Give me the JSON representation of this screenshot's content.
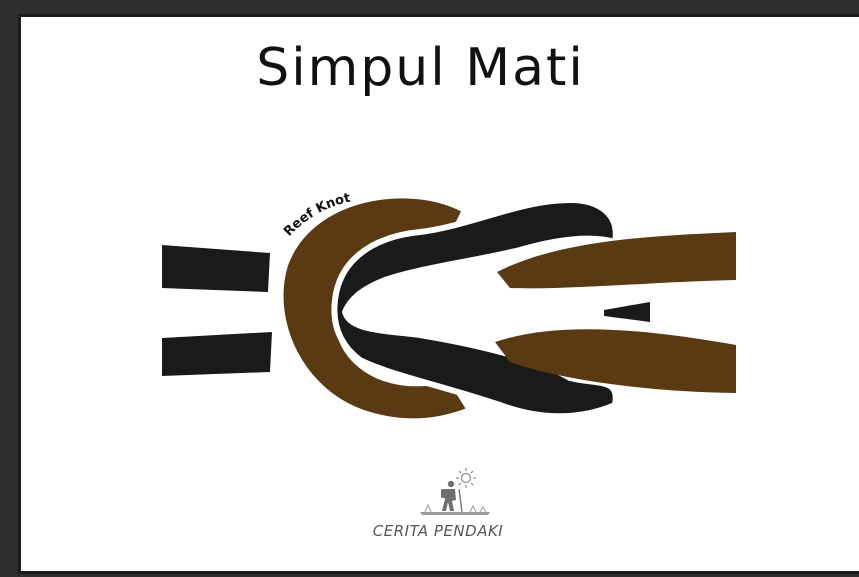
{
  "slide": {
    "title": "Simpul Mati",
    "knot_label": "Reef Knot",
    "logo_text": "CERITA PENDAKI"
  },
  "colors": {
    "rope_dark": "#1a1a1a",
    "rope_brown": "#5a3a12",
    "background": "#ffffff",
    "frame": "#1c1c1c"
  },
  "icons": [
    "hiker-icon",
    "sun-icon"
  ]
}
